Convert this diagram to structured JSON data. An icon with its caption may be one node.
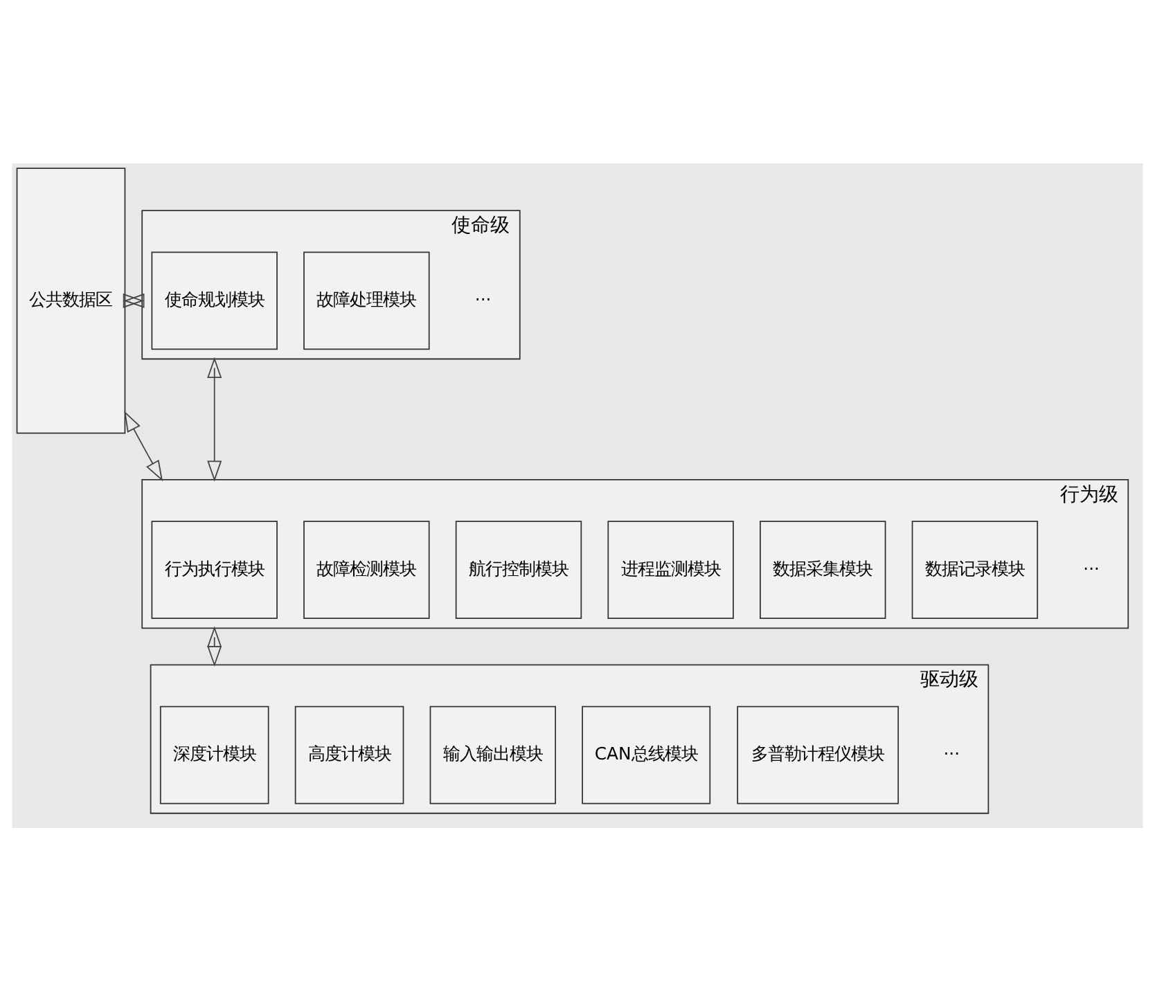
{
  "diagram": {
    "nodes": [
      {
        "text": [
          "公共数据区"
        ]
      },
      {
        "text": [
          "使命级"
        ]
      },
      {
        "text": [
          "使命规划模块"
        ],
        "in": 1
      },
      {
        "text": [
          "故障处理模块"
        ],
        "in": 1
      },
      {
        "text": [
          "行为级"
        ]
      },
      {
        "text": [
          "行为执行模块"
        ],
        "in": 4
      },
      {
        "text": [
          "故障检测模块"
        ],
        "in": 4
      },
      {
        "text": [
          "航行控制模块"
        ],
        "in": 4
      },
      {
        "text": [
          "进程监测模块"
        ],
        "in": 4
      },
      {
        "text": [
          "数据采集模块"
        ],
        "in": 4
      },
      {
        "text": [
          "数据记录模块"
        ],
        "in": 4
      },
      {
        "text": [
          "驱动级"
        ]
      },
      {
        "text": [
          "深度计模块"
        ],
        "in": 11
      },
      {
        "text": [
          "高度计模块"
        ],
        "in": 11
      },
      {
        "text": [
          "输入输出模块"
        ],
        "in": 11
      },
      {
        "text": [
          "CAN总线模块"
        ],
        "in": 11
      },
      {
        "text": [
          "多普勒计程仪模块"
        ],
        "in": 11
      }
    ],
    "edges": [
      {
        "from": 0,
        "to": 1,
        "arrow": "both"
      },
      {
        "from": 0,
        "to": 4,
        "arrow": "both"
      },
      {
        "from": 1,
        "to": 4,
        "arrow": "both"
      },
      {
        "from": 4,
        "to": 11,
        "arrow": "both"
      }
    ],
    "labels": [
      "···",
      "···",
      "···"
    ]
  }
}
